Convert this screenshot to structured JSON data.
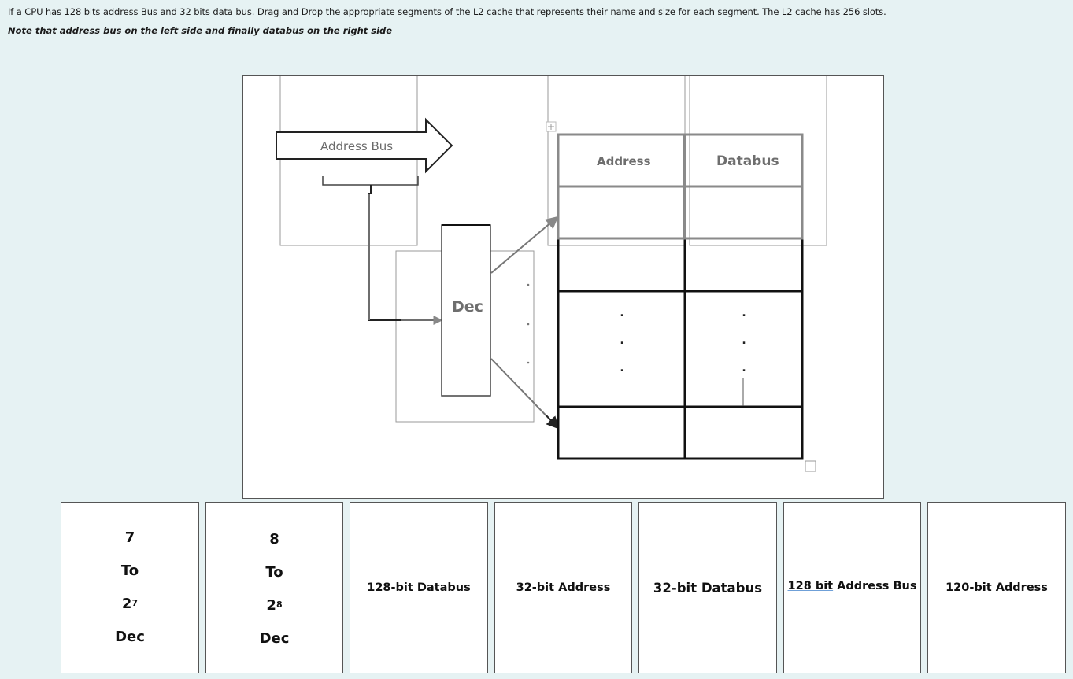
{
  "question": "If a CPU has 128 bits address Bus and 32 bits data bus. Drag and Drop the appropriate segments of the L2 cache that represents their name and size for each segment. The L2 cache has 256 slots.",
  "note": "Note that address bus on the left side and finally databus  on the right side",
  "diagram": {
    "address_bus_label": "Address Bus",
    "decoder_label": "Dec",
    "cache_headers": {
      "address": "Address",
      "databus": "Databus"
    },
    "ellipsis": "."
  },
  "tiles": [
    {
      "kind": "decoder",
      "from": "7",
      "to_word": "To",
      "base": "2",
      "exponent": "7",
      "suffix": "Dec"
    },
    {
      "kind": "decoder",
      "from": "8",
      "to_word": "To",
      "base": "2",
      "exponent": "8",
      "suffix": "Dec"
    },
    {
      "kind": "label",
      "text": "128-bit Databus"
    },
    {
      "kind": "label",
      "text": "32-bit Address"
    },
    {
      "kind": "label",
      "text": "32-bit Databus"
    },
    {
      "kind": "label",
      "text_underlined": "128 bit",
      "text_rest": " Address Bus"
    },
    {
      "kind": "label",
      "text": "120-bit Address"
    }
  ]
}
